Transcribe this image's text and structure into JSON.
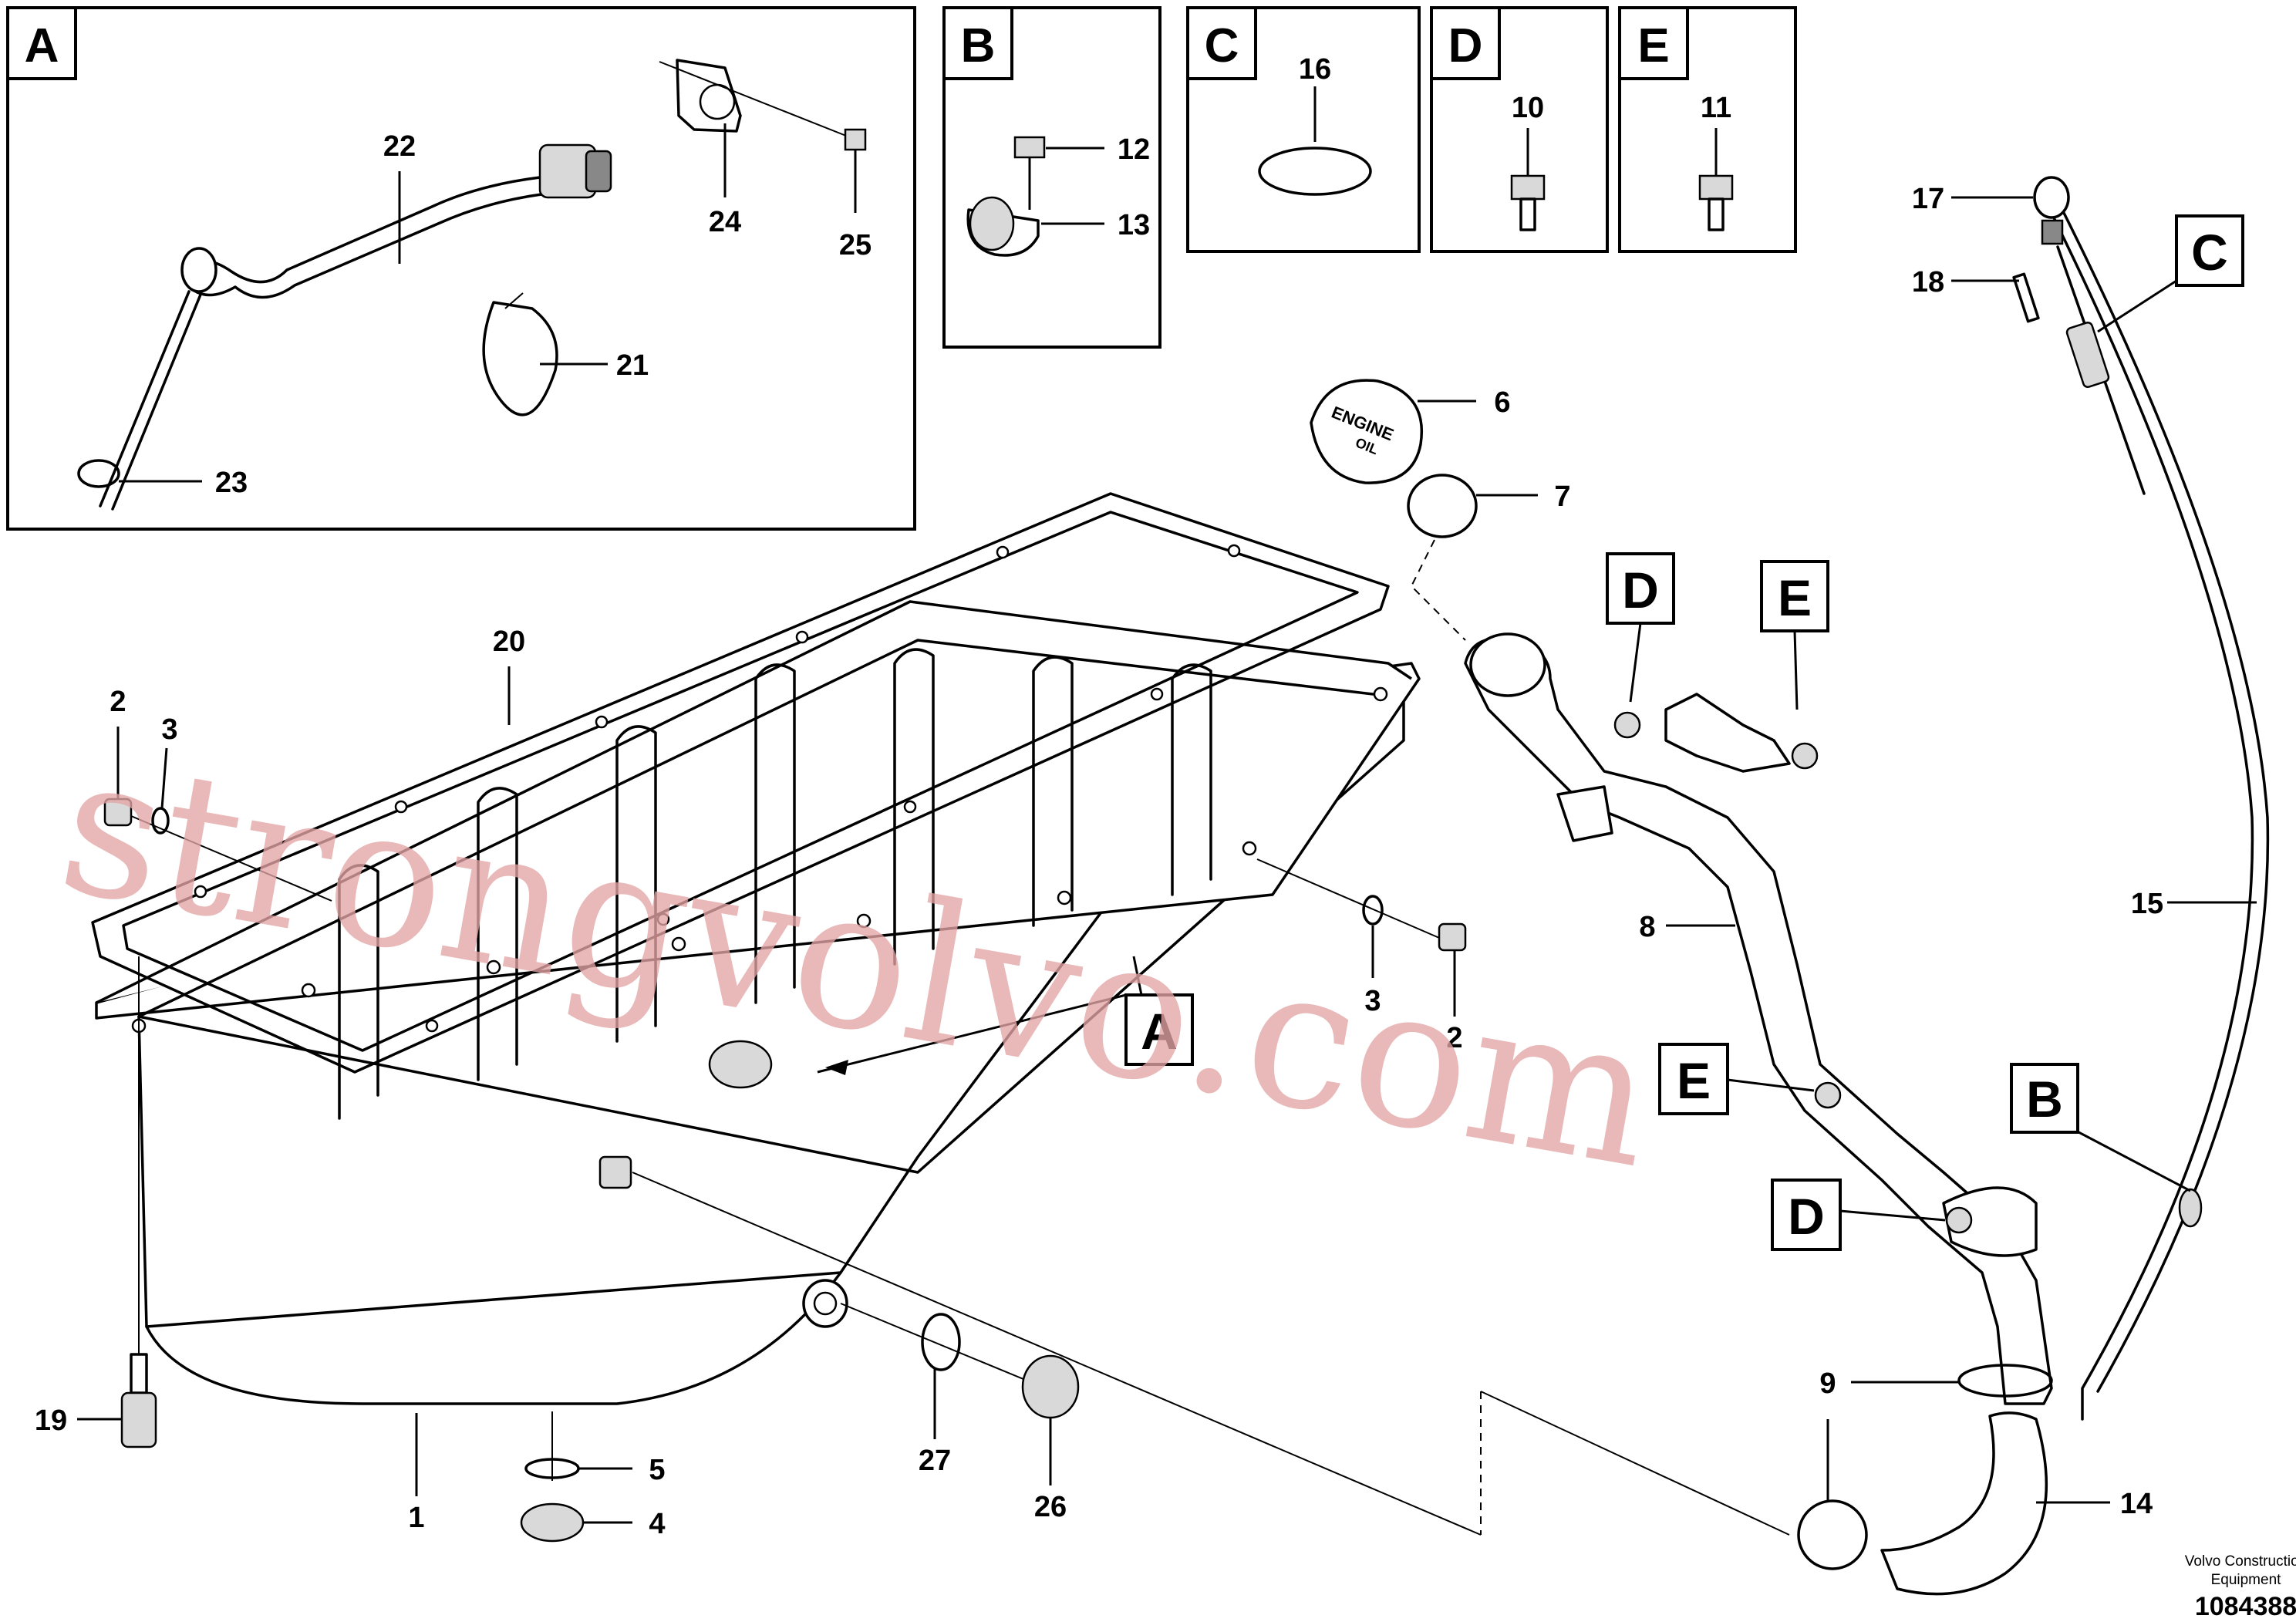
{
  "insets": [
    {
      "letter": "A",
      "parts": [
        "22",
        "24",
        "25",
        "21",
        "23"
      ]
    },
    {
      "letter": "B",
      "parts": [
        "12",
        "13"
      ]
    },
    {
      "letter": "C",
      "parts": [
        "16"
      ]
    },
    {
      "letter": "D",
      "parts": [
        "10"
      ]
    },
    {
      "letter": "E",
      "parts": [
        "11"
      ]
    }
  ],
  "part_numbers": {
    "p1": "1",
    "p2a": "2",
    "p2b": "2",
    "p3a": "3",
    "p3b": "3",
    "p4": "4",
    "p5": "5",
    "p6": "6",
    "p7": "7",
    "p8": "8",
    "p9a": "9",
    "p10": "10",
    "p11": "11",
    "p12": "12",
    "p13": "13",
    "p14": "14",
    "p15": "15",
    "p16": "16",
    "p17": "17",
    "p18": "18",
    "p19": "19",
    "p20": "20",
    "p21": "21",
    "p22": "22",
    "p23": "23",
    "p24": "24",
    "p25": "25",
    "p26": "26",
    "p27": "27"
  },
  "callouts": {
    "a_main": "A",
    "b_main": "B",
    "c_main": "C",
    "d_upper": "D",
    "d_lower": "D",
    "e_upper": "E",
    "e_lower": "E"
  },
  "cap_text": {
    "line1": "ENGINE",
    "line2": "OIL"
  },
  "footer": {
    "company_line1": "Volvo Construction",
    "company_line2": "Equipment",
    "doc_number": "1084388"
  },
  "watermark": "strongvolvo.com",
  "colors": {
    "watermark": "#e4a5a5",
    "ink": "#000000"
  }
}
